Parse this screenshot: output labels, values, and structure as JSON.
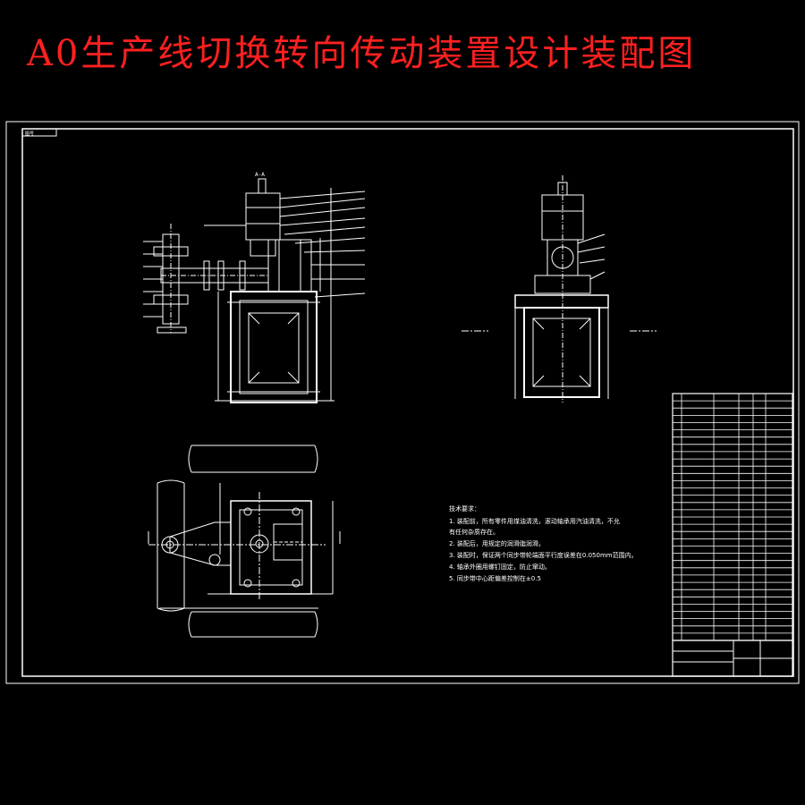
{
  "title": "A0生产线切换转向传动装置设计装配图",
  "drawing": {
    "section_label": "A-A",
    "corner_tag": "图号"
  },
  "technical_notes": {
    "heading": "技术要求：",
    "items": [
      "1. 装配前，所有零件用煤油清洗，滚动轴承用汽油清洗，不允",
      "有任何杂质存在。",
      "2. 装配后，用规定的润滑脂润滑。",
      "3. 装配时，保证两个同步带轮端面平行度误差在0.050mm范围内。",
      "4. 轴承外圈用螺钉固定，防止窜动。",
      "5. 同步带中心距偏差控制在±0.5"
    ]
  },
  "colors": {
    "background": "#000000",
    "lines": "#ffffff",
    "title": "#ff2020"
  }
}
